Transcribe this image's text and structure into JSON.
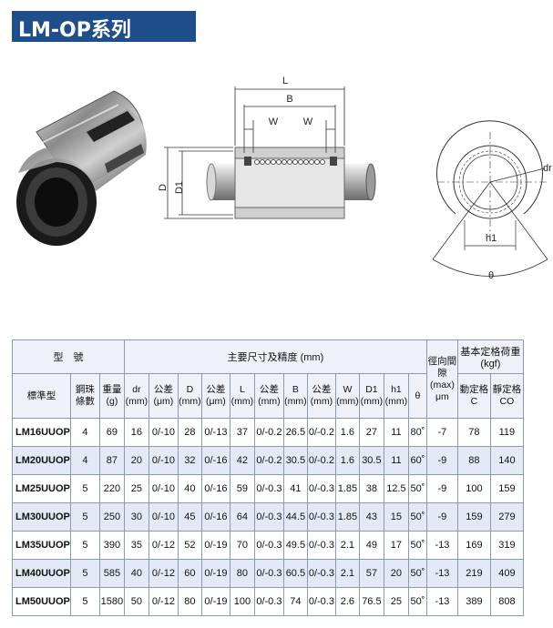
{
  "title": "LM-OP系列",
  "figure": {
    "labels": {
      "L": "L",
      "B": "B",
      "W1": "W",
      "W2": "W",
      "D": "D",
      "D1": "D1",
      "dr": "dr",
      "h1": "h1",
      "theta": "θ"
    }
  },
  "table": {
    "header": {
      "model_group": "型　號",
      "dims_group": "主要尺寸及精度 (mm)",
      "clearance": "徑向間隙 (max) μm",
      "rating_group": "基本定格荷重(kgf)",
      "std_model": "標準型",
      "balls": "鋼珠條數",
      "weight": "重量 (g)",
      "dr": "dr (mm)",
      "tol1": "公差 (μm)",
      "D": "D (mm)",
      "tol2": "公差 (μm)",
      "L": "L (mm)",
      "tol3": "公差 (mm)",
      "B": "B (mm)",
      "tol4": "公差 (mm)",
      "W": "W (mm)",
      "D1": "D1 (mm)",
      "h1": "h1 (mm)",
      "theta": "θ",
      "C": "動定格 C",
      "C0": "靜定格 CO"
    },
    "rows": [
      {
        "model": "LM16UUOP",
        "balls": "4",
        "weight": "69",
        "dr": "16",
        "tol1": "0/-10",
        "D": "28",
        "tol2": "0/-13",
        "L": "37",
        "tol3": "0/-0.2",
        "B": "26.5",
        "tol4": "0/-0.2",
        "W": "1.6",
        "D1": "27",
        "h1": "11",
        "theta": "80˚",
        "clr": "-7",
        "C": "78",
        "C0": "119"
      },
      {
        "model": "LM20UUOP",
        "balls": "4",
        "weight": "87",
        "dr": "20",
        "tol1": "0/-10",
        "D": "32",
        "tol2": "0/-16",
        "L": "42",
        "tol3": "0/-0.2",
        "B": "30.5",
        "tol4": "0/-0.2",
        "W": "1.6",
        "D1": "30.5",
        "h1": "11",
        "theta": "60˚",
        "clr": "-9",
        "C": "88",
        "C0": "140"
      },
      {
        "model": "LM25UUOP",
        "balls": "5",
        "weight": "220",
        "dr": "25",
        "tol1": "0/-10",
        "D": "40",
        "tol2": "0/-16",
        "L": "59",
        "tol3": "0/-0.3",
        "B": "41",
        "tol4": "0/-0.3",
        "W": "1.85",
        "D1": "38",
        "h1": "12.5",
        "theta": "50˚",
        "clr": "-9",
        "C": "100",
        "C0": "159"
      },
      {
        "model": "LM30UUOP",
        "balls": "5",
        "weight": "250",
        "dr": "30",
        "tol1": "0/-10",
        "D": "45",
        "tol2": "0/-16",
        "L": "64",
        "tol3": "0/-0.3",
        "B": "44.5",
        "tol4": "0/-0.3",
        "W": "1.85",
        "D1": "43",
        "h1": "15",
        "theta": "50˚",
        "clr": "-9",
        "C": "159",
        "C0": "279"
      },
      {
        "model": "LM35UUOP",
        "balls": "5",
        "weight": "390",
        "dr": "35",
        "tol1": "0/-12",
        "D": "52",
        "tol2": "0/-19",
        "L": "70",
        "tol3": "0/-0.3",
        "B": "49.5",
        "tol4": "0/-0.3",
        "W": "2.1",
        "D1": "49",
        "h1": "17",
        "theta": "50˚",
        "clr": "-13",
        "C": "169",
        "C0": "319"
      },
      {
        "model": "LM40UUOP",
        "balls": "5",
        "weight": "585",
        "dr": "40",
        "tol1": "0/-12",
        "D": "60",
        "tol2": "0/-19",
        "L": "80",
        "tol3": "0/-0.3",
        "B": "60.5",
        "tol4": "0/-0.3",
        "W": "2.1",
        "D1": "57",
        "h1": "20",
        "theta": "50˚",
        "clr": "-13",
        "C": "219",
        "C0": "409"
      },
      {
        "model": "LM50UUOP",
        "balls": "5",
        "weight": "1580",
        "dr": "50",
        "tol1": "0/-12",
        "D": "80",
        "tol2": "0/-19",
        "L": "100",
        "tol3": "0/-0.3",
        "B": "74",
        "tol4": "0/-0.3",
        "W": "2.6",
        "D1": "76.5",
        "h1": "25",
        "theta": "50˚",
        "clr": "-13",
        "C": "389",
        "C0": "808"
      }
    ]
  }
}
